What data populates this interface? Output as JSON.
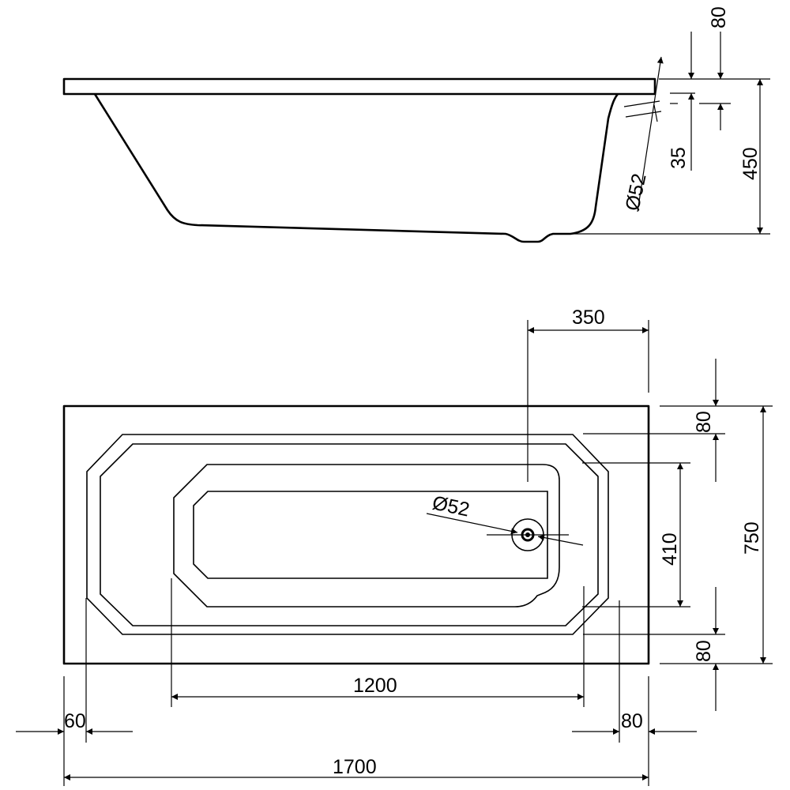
{
  "side_view": {
    "dim_rim_offset": "80",
    "dim_overflow": "35",
    "dim_depth": "450",
    "dim_overflow_diameter": "Ø52"
  },
  "top_view": {
    "dim_drain_offset": "350",
    "dim_rim_top": "80",
    "dim_inner_width": "410",
    "dim_total_width": "750",
    "dim_rim_bottom": "80",
    "dim_drain_diameter": "Ø52",
    "dim_inner_length": "1200",
    "dim_left_rim": "60",
    "dim_right_rim": "80",
    "dim_total_length": "1700"
  }
}
